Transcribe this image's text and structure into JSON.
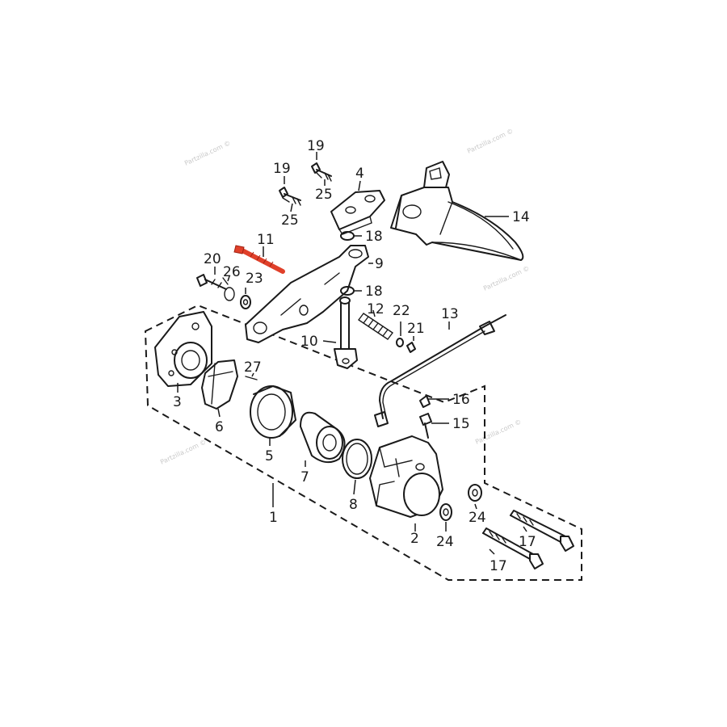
{
  "watermark": "Partzilla.com ©",
  "colors": {
    "line": "#1a1a1a",
    "highlight": "#e0402a",
    "background": "#ffffff"
  },
  "labels": {
    "p1": "1",
    "p2": "2",
    "p3": "3",
    "p4": "4",
    "p5": "5",
    "p6": "6",
    "p7": "7",
    "p8": "8",
    "p9": "9",
    "p10": "10",
    "p11": "11",
    "p12": "12",
    "p13": "13",
    "p14": "14",
    "p15": "15",
    "p16": "16",
    "p17a": "17",
    "p17b": "17",
    "p18a": "18",
    "p18b": "18",
    "p19a": "19",
    "p19b": "19",
    "p20": "20",
    "p21": "21",
    "p22": "22",
    "p23": "23",
    "p24a": "24",
    "p24b": "24",
    "p25a": "25",
    "p25b": "25",
    "p26": "26",
    "p27": "27"
  }
}
